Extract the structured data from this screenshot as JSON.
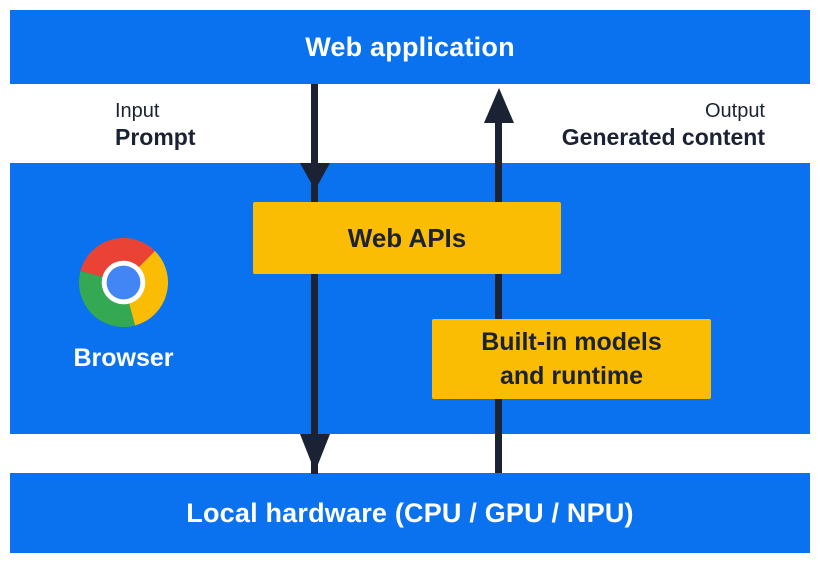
{
  "colors": {
    "band-blue": "#0b72ef",
    "box-yellow": "#fbbc04",
    "ink-navy": "#1a2233",
    "chrome-red": "#ea4335",
    "chrome-yellow": "#fbbc05",
    "chrome-green": "#34a853",
    "chrome-blue": "#4285f4"
  },
  "top_bar": {
    "label": "Web application"
  },
  "io": {
    "input_title": "Input",
    "input_value": "Prompt",
    "output_title": "Output",
    "output_value": "Generated content"
  },
  "browser": {
    "label": "Browser",
    "logo": "chrome-logo",
    "web_apis": "Web APIs",
    "builtin_line1": "Built-in models",
    "builtin_line2": "and runtime"
  },
  "bottom_bar": {
    "label": "Local hardware (CPU / GPU / NPU)"
  }
}
